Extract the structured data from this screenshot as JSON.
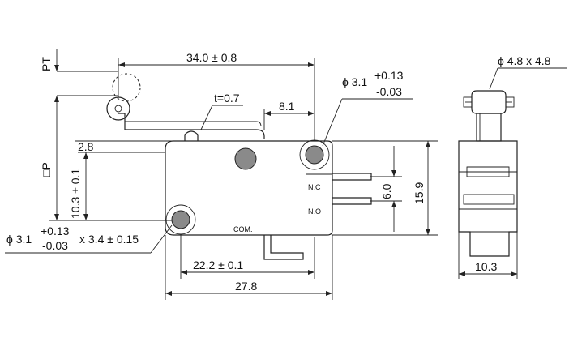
{
  "labels": {
    "pt": "PT",
    "p": "□P",
    "dim_34": "34.0 ± 0.8",
    "t_thickness": "t=0.7",
    "dim_8_1": "8.1",
    "hole_right_a": "ϕ 3.1",
    "hole_right_tol_plus": "+0.13",
    "hole_right_tol_minus": "-0.03",
    "dim_2_8": "2.8",
    "dim_10_3_pm": "10.3 ± 0.1",
    "nc": "N.C",
    "no": "N.O",
    "com": "COM.",
    "dim_6_0": "6.0",
    "dim_15_9": "15.9",
    "hole_left_a": "ϕ 3.1",
    "hole_left_tol_plus": "+0.13",
    "hole_left_tol_minus": "-0.03",
    "hole_left_depth": "x 3.4 ± 0.15",
    "dim_22_2": "22.2 ± 0.1",
    "dim_27_8": "27.8",
    "roller_size": "ϕ 4.8 x 4.8",
    "dim_10_3": "10.3"
  }
}
